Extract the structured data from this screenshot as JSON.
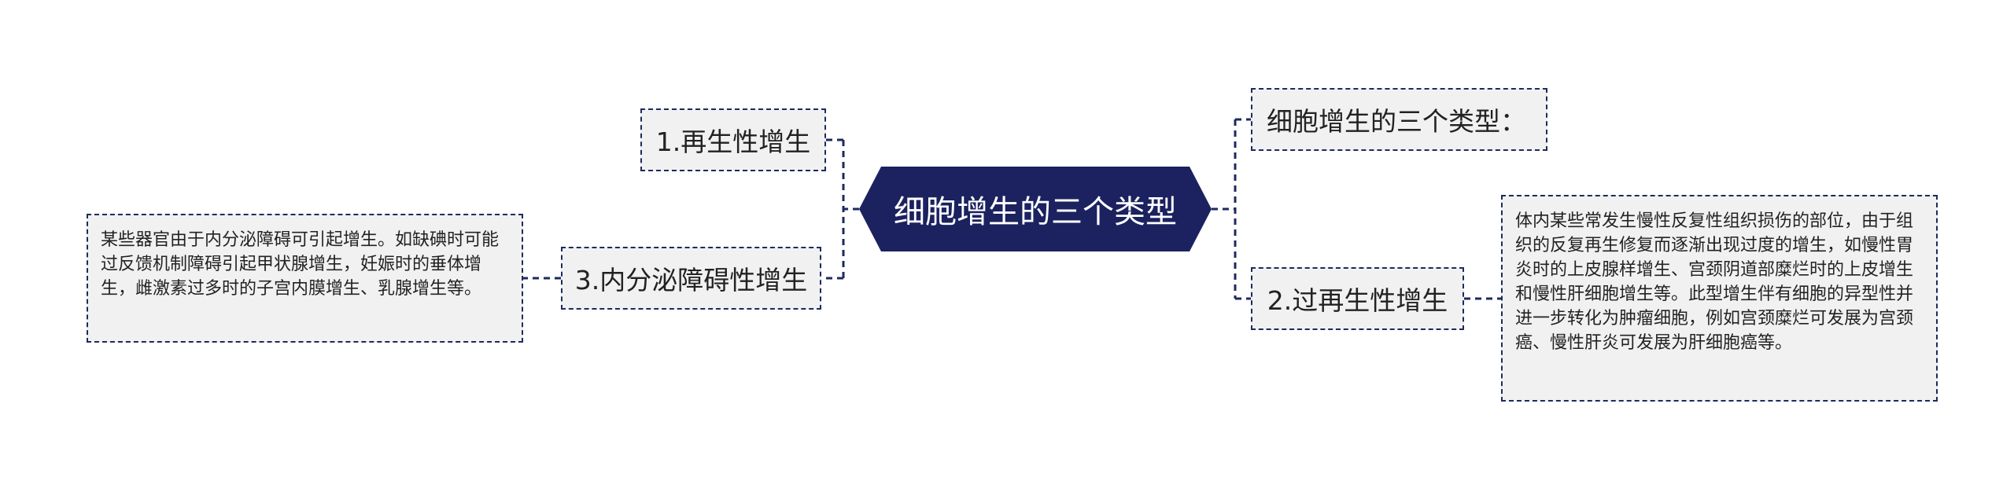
{
  "colors": {
    "center_bg": "#1b225f",
    "center_text": "#ffffff",
    "node_bg": "#f1f1f1",
    "border": "#1e2a5e",
    "connector": "#1e2a5e",
    "text": "#222222"
  },
  "center": {
    "label": "细胞增生的三个类型"
  },
  "left_branches": {
    "regenerative": {
      "label": "1.再生性增生"
    },
    "endocrine": {
      "label": "3.内分泌障碍性增生",
      "note": "某些器官由于内分泌障碍可引起增生。如缺碘时可能过反馈机制障碍引起甲状腺增生，妊娠时的垂体增生，雌激素过多时的子宫内膜增生、乳腺增生等。"
    }
  },
  "right_branches": {
    "intro": {
      "label": "细胞增生的三个类型："
    },
    "excessive": {
      "label": "2.过再生性增生",
      "note": "体内某些常发生慢性反复性组织损伤的部位，由于组织的反复再生修复而逐渐出现过度的增生，如慢性胃炎时的上皮腺样增生、宫颈阴道部糜烂时的上皮增生和慢性肝细胞增生等。此型增生伴有细胞的异型性并进一步转化为肿瘤细胞，例如宫颈糜烂可发展为宫颈癌、慢性肝炎可发展为肝细胞癌等。"
    }
  }
}
